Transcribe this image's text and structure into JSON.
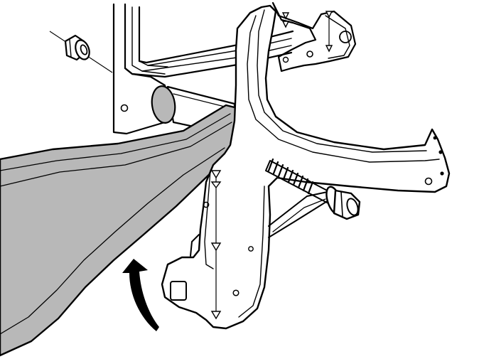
{
  "illustration": {
    "parts": [
      {
        "name": "mounting-frame",
        "shading": "#ffffff"
      },
      {
        "name": "crossmember-bar",
        "shading": "#b8b8b8"
      },
      {
        "name": "round-tube",
        "shading": "#b8b8b8"
      },
      {
        "name": "support-bracket",
        "shading": "#ffffff"
      },
      {
        "name": "hex-bolt",
        "shading": "#ffffff"
      },
      {
        "name": "flange-nut",
        "shading": "#ffffff"
      },
      {
        "name": "rotation-arrow",
        "shading": "#000000"
      }
    ],
    "colors": {
      "line": "#000000",
      "shade": "#b8b8b8",
      "background": "#ffffff"
    }
  }
}
